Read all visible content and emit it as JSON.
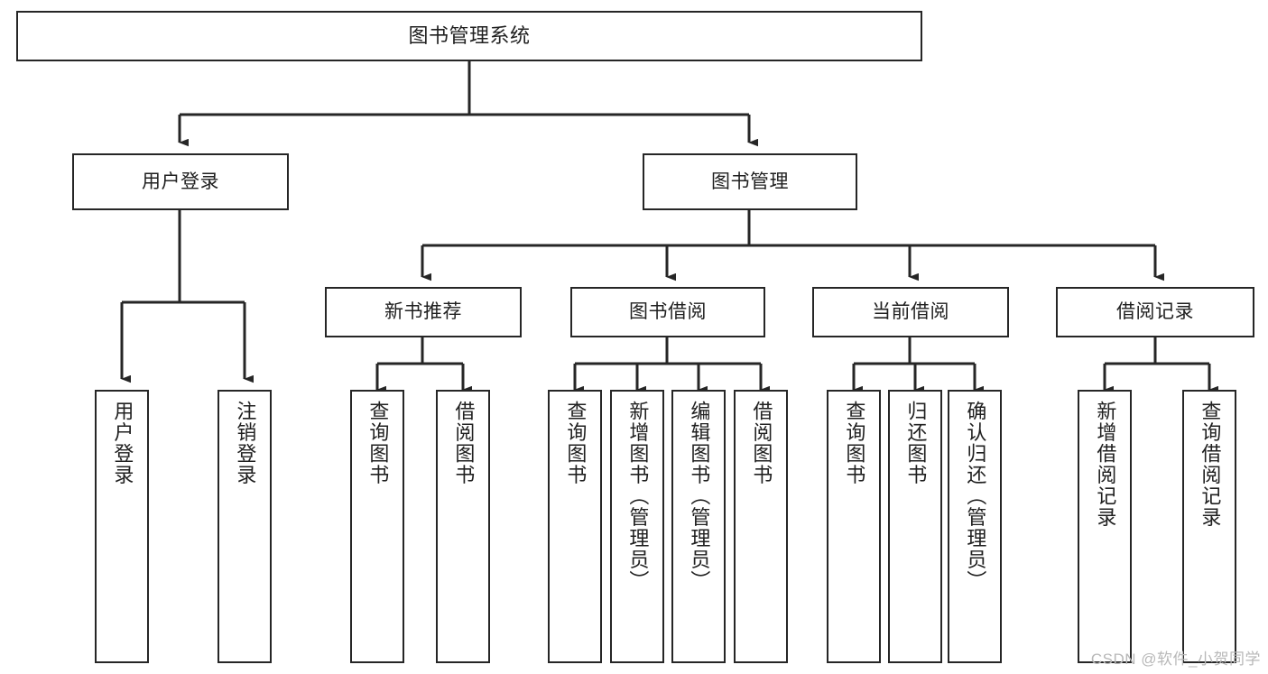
{
  "diagram": {
    "type": "tree",
    "title": "图书管理系统",
    "colors": {
      "box_border": "#262626",
      "box_fill": "#ffffff",
      "connector": "#262626",
      "text": "#202020",
      "watermark": "#b8b8b8",
      "background": "#ffffff"
    },
    "root": {
      "label": "图书管理系统"
    },
    "level2": [
      {
        "label": "用户登录"
      },
      {
        "label": "图书管理"
      }
    ],
    "level3": [
      {
        "label": "新书推荐"
      },
      {
        "label": "图书借阅"
      },
      {
        "label": "当前借阅"
      },
      {
        "label": "借阅记录"
      }
    ],
    "leaves": {
      "user_login": [
        {
          "label": "用户登录"
        },
        {
          "label": "注销登录"
        }
      ],
      "new_book_recommend": [
        {
          "label": "查询图书"
        },
        {
          "label": "借阅图书"
        }
      ],
      "book_borrow": [
        {
          "label": "查询图书"
        },
        {
          "label": "新增图书（管理员）"
        },
        {
          "label": "编辑图书（管理员）"
        },
        {
          "label": "借阅图书"
        }
      ],
      "current_borrow": [
        {
          "label": "查询图书"
        },
        {
          "label": "归还图书"
        },
        {
          "label": "确认归还（管理员）"
        }
      ],
      "borrow_record": [
        {
          "label": "新增借阅记录"
        },
        {
          "label": "查询借阅记录"
        }
      ]
    },
    "watermark": "CSDN @软件_小贺同学"
  }
}
